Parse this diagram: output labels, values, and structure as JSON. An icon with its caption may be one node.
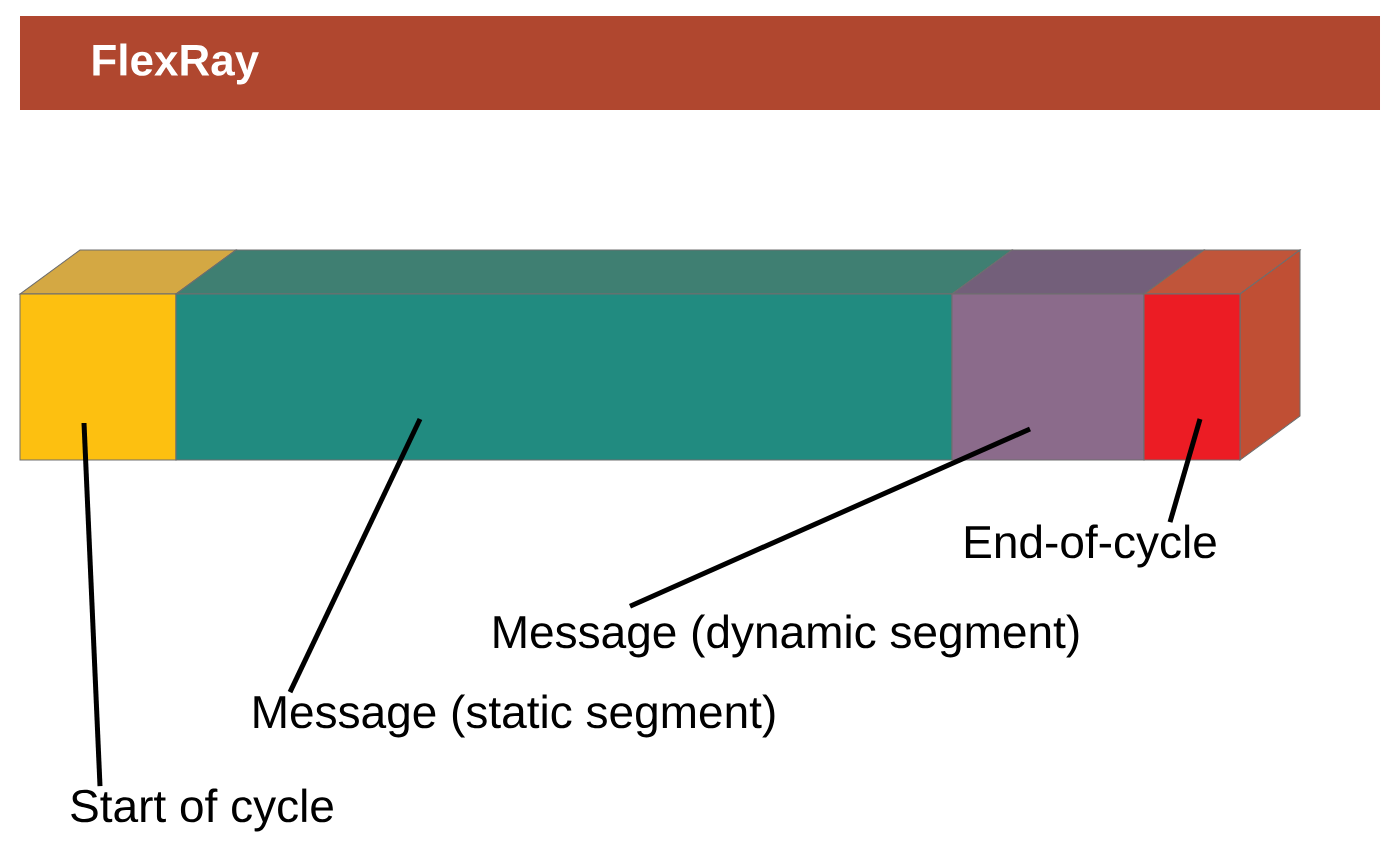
{
  "diagram": {
    "title": "FlexRay",
    "nodes": [
      {
        "text": [],
        "shape": "box"
      },
      {
        "text": [],
        "shape": "box"
      },
      {
        "text": [],
        "shape": "box"
      },
      {
        "text": [],
        "shape": "box"
      },
      {
        "text": [
          "End-of-cycle"
        ]
      },
      {
        "text": [
          "Message (dynamic segment)"
        ]
      },
      {
        "text": [
          "Message (static segment)"
        ]
      },
      {
        "text": [
          "Start of cycle"
        ]
      }
    ],
    "edges": [
      {
        "from": 4,
        "to": 3,
        "arrow": "none"
      },
      {
        "from": 5,
        "to": 2,
        "arrow": "none"
      },
      {
        "from": 6,
        "to": 1,
        "arrow": "none"
      },
      {
        "from": 7,
        "to": 0,
        "arrow": "none"
      }
    ]
  }
}
